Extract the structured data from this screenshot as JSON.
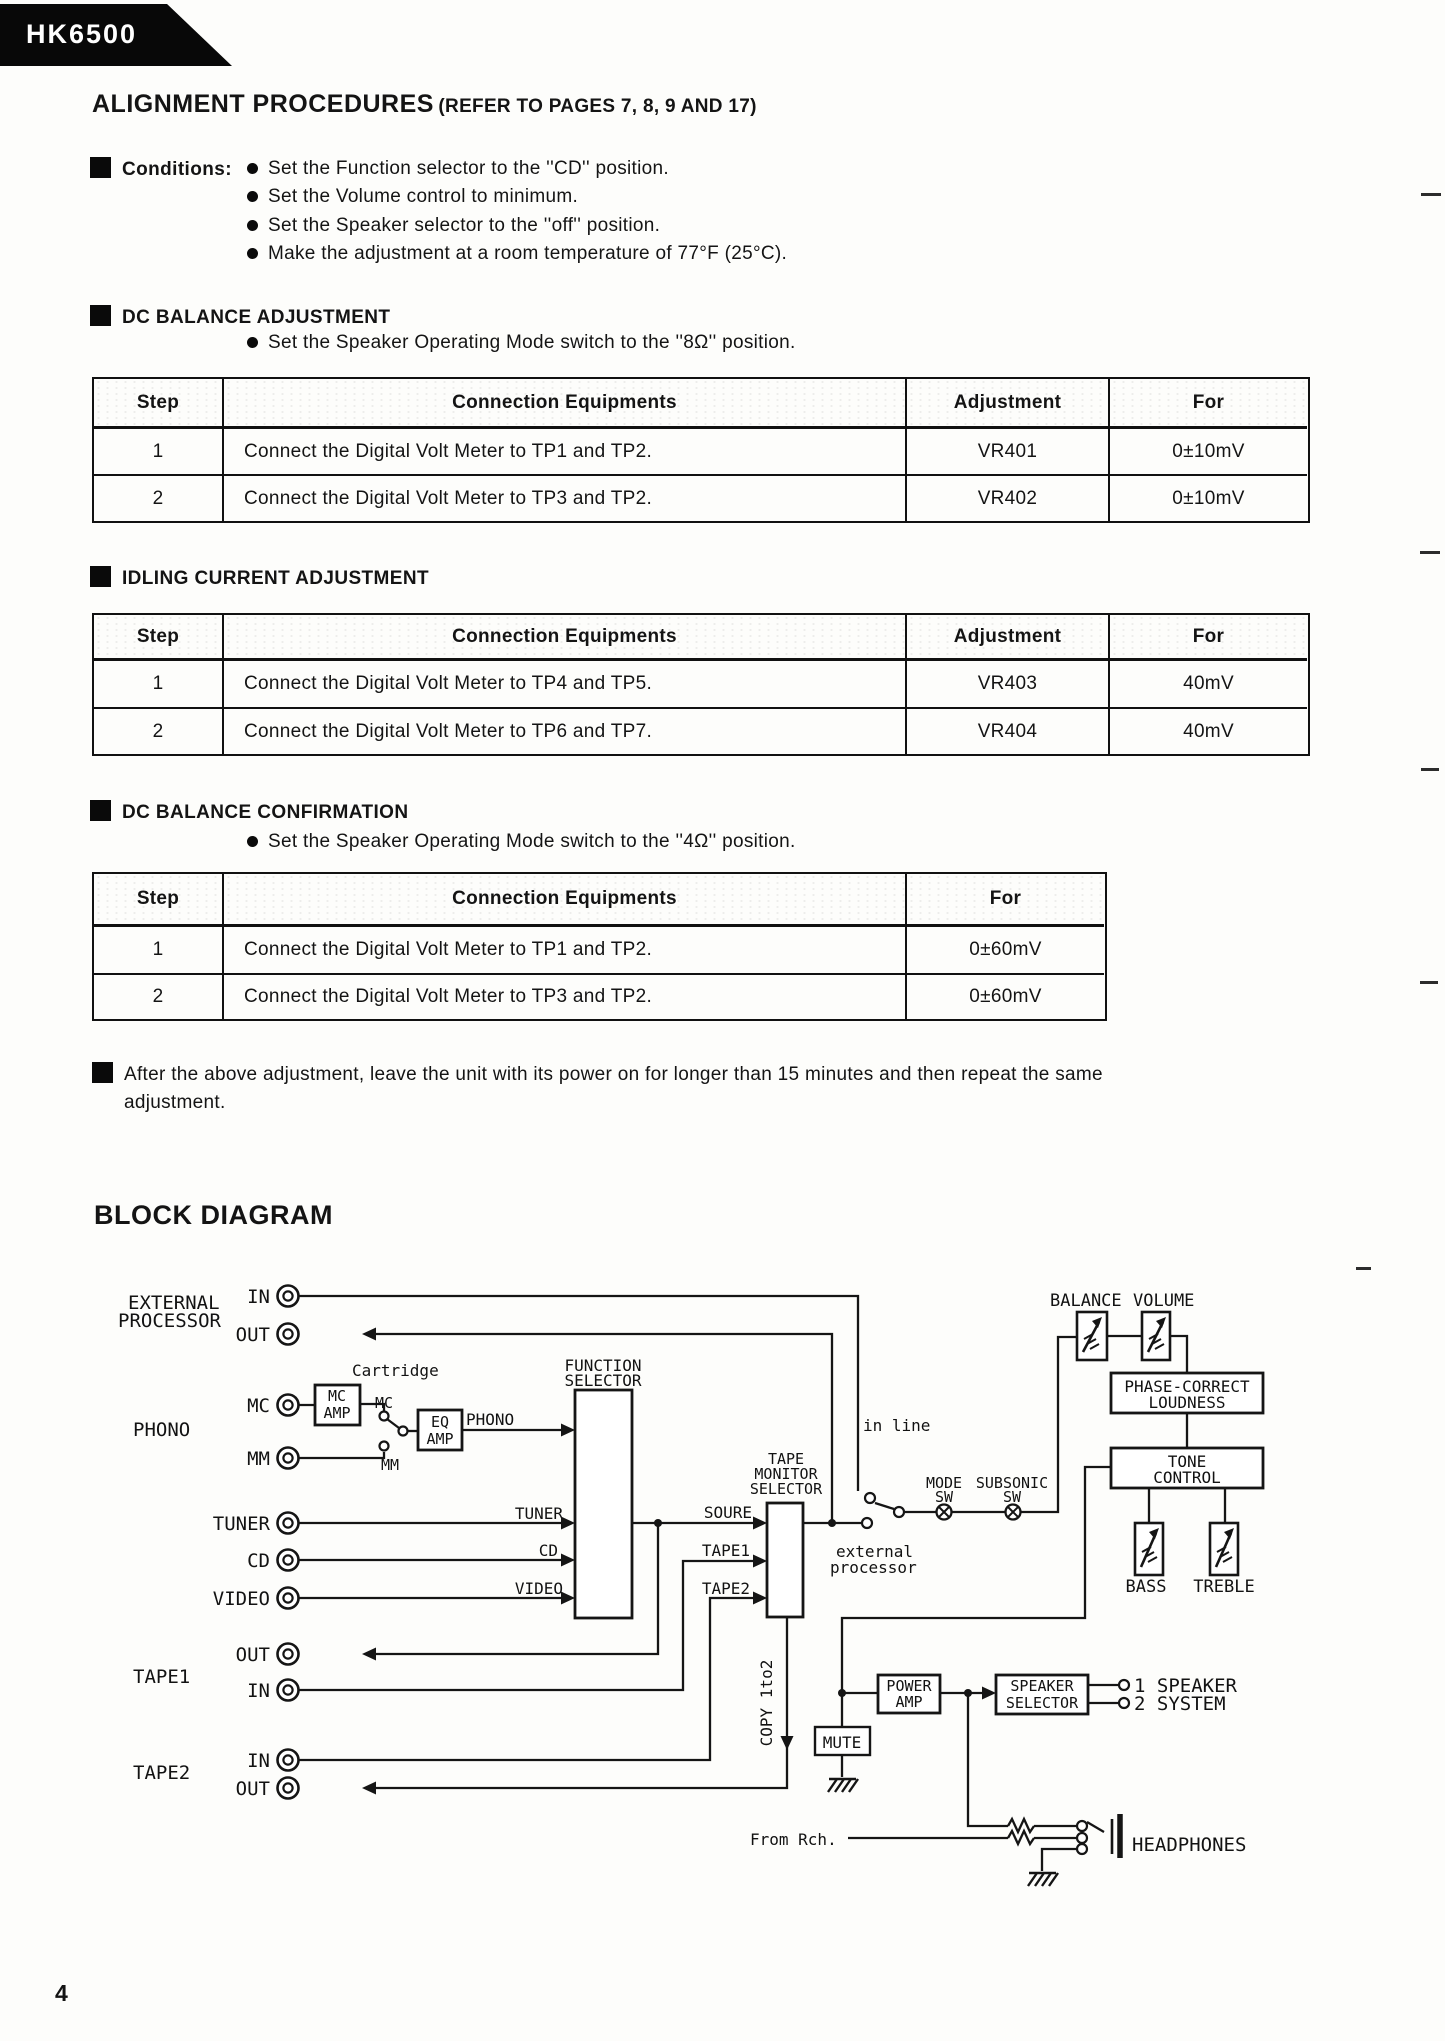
{
  "page": {
    "model": "HK6500",
    "page_number": "4"
  },
  "alignment": {
    "title": "ALIGNMENT PROCEDURES",
    "title_ref": "(REFER TO PAGES 7, 8, 9 AND 17)",
    "conditions_label": "Conditions:",
    "conditions": [
      "Set the Function selector to the ''CD'' position.",
      "Set the Volume control to minimum.",
      "Set the Speaker selector to the ''off'' position.",
      "Make the adjustment at a room temperature of 77°F (25°C)."
    ],
    "sections": [
      {
        "heading": "DC BALANCE ADJUSTMENT",
        "bullet": "Set the Speaker Operating Mode switch to the ''8Ω'' position.",
        "table": {
          "headers": [
            "Step",
            "Connection Equipments",
            "Adjustment",
            "For"
          ],
          "rows": [
            [
              "1",
              "Connect the Digital Volt Meter to TP1 and TP2.",
              "VR401",
              "0±10mV"
            ],
            [
              "2",
              "Connect the Digital Volt Meter to TP3 and TP2.",
              "VR402",
              "0±10mV"
            ]
          ]
        }
      },
      {
        "heading": "IDLING CURRENT ADJUSTMENT",
        "table": {
          "headers": [
            "Step",
            "Connection Equipments",
            "Adjustment",
            "For"
          ],
          "rows": [
            [
              "1",
              "Connect the Digital Volt Meter to TP4 and TP5.",
              "VR403",
              "40mV"
            ],
            [
              "2",
              "Connect the Digital Volt Meter to TP6 and TP7.",
              "VR404",
              "40mV"
            ]
          ]
        }
      },
      {
        "heading": "DC BALANCE CONFIRMATION",
        "bullet": "Set the Speaker Operating Mode switch to the ''4Ω'' position.",
        "table": {
          "headers": [
            "Step",
            "Connection Equipments",
            "For"
          ],
          "rows": [
            [
              "1",
              "Connect the Digital Volt Meter to TP1 and TP2.",
              "0±60mV"
            ],
            [
              "2",
              "Connect the Digital Volt Meter to TP3 and TP2.",
              "0±60mV"
            ]
          ]
        }
      }
    ],
    "note_lines": [
      "After the above adjustment, leave the unit with its power on for longer than 15 minutes and then repeat the same",
      "adjustment."
    ]
  },
  "diagram": {
    "title": "BLOCK DIAGRAM",
    "labels": {
      "external1": "EXTERNAL",
      "external2": "PROCESSOR",
      "in_top": "IN",
      "out_top": "OUT",
      "phono": "PHONO",
      "mc_jack": "MC",
      "mm_jack": "MM",
      "cartridge": "Cartridge",
      "mc_sw": "MC",
      "mm_sw": "MM",
      "mc_amp1": "MC",
      "mc_amp2": "AMP",
      "eq_amp1": "EQ",
      "eq_amp2": "AMP",
      "phono_line": "PHONO",
      "function1": "FUNCTION",
      "function2": "SELECTOR",
      "tuner": "TUNER",
      "cd": "CD",
      "video": "VIDEO",
      "tuner_line": "TUNER",
      "cd_line": "CD",
      "video_line": "VIDEO",
      "tape1": "TAPE1",
      "tape2": "TAPE2",
      "tape1_out": "OUT",
      "tape1_in": "IN",
      "tape2_in": "IN",
      "tape2_out": "OUT",
      "tms1": "TAPE",
      "tms2": "MONITOR",
      "tms3": "SELECTOR",
      "soure": "SOURE",
      "tape1_line": "TAPE1",
      "tape2_line": "TAPE2",
      "in_line": "in line",
      "ext_proc1": "external",
      "ext_proc2": "processor",
      "mode": "MODE",
      "mode_sw": "SW",
      "subsonic": "SUBSONIC",
      "subsonic_sw": "SW",
      "balance": "BALANCE",
      "volume": "VOLUME",
      "phase1": "PHASE-CORRECT",
      "phase2": "LOUDNESS",
      "tone1": "TONE",
      "tone2": "CONTROL",
      "bass": "BASS",
      "treble": "TREBLE",
      "copy": "COPY 1to2",
      "power1": "POWER",
      "power2": "AMP",
      "mute": "MUTE",
      "spk_sel1": "SPEAKER",
      "spk_sel2": "SELECTOR",
      "out_sys1": "1 SPEAKER",
      "out_sys2": "2 SYSTEM",
      "from_rch": "From Rch.",
      "headphones": "HEADPHONES"
    }
  }
}
